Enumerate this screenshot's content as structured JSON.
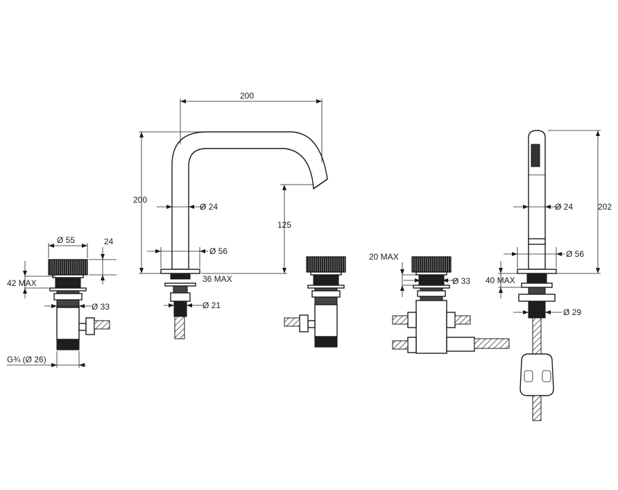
{
  "labels": {
    "col1_dia_top": "Ø 55",
    "col1_height": "24",
    "col1_max": "42 MAX",
    "col1_dia_mid": "Ø 33",
    "col1_thread": "G¾ (Ø 26)",
    "spout_width": "200",
    "spout_height": "200",
    "spout_outlet_height": "125",
    "spout_dia_body": "Ø 24",
    "spout_dia_base": "Ø 56",
    "spout_max": "36 MAX",
    "spout_dia_shank": "Ø 21",
    "diverter_max": "20 MAX",
    "diverter_dia": "Ø 33",
    "handshower_height": "202",
    "handshower_dia_body": "Ø 24",
    "handshower_dia_base": "Ø 56",
    "handshower_max": "40 MAX",
    "handshower_dia_shank": "Ø 29"
  }
}
